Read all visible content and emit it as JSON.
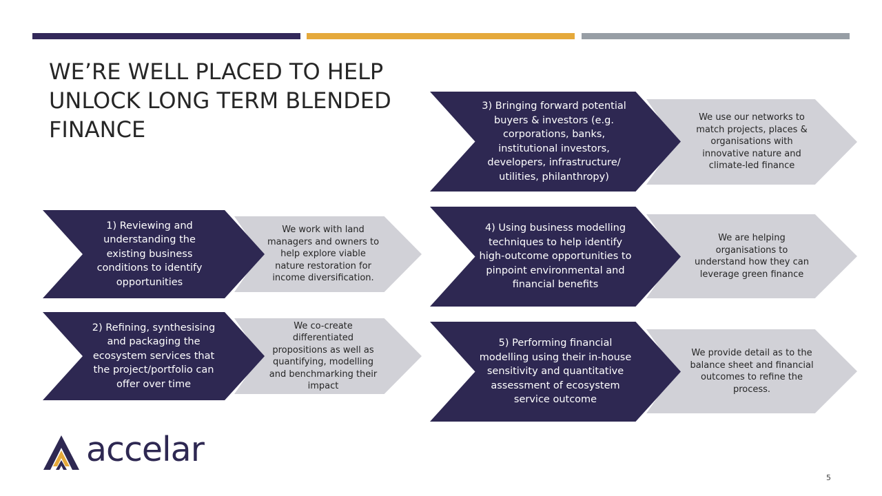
{
  "slide": {
    "title": "WE’RE WELL PLACED TO HELP UNLOCK LONG TERM BLENDED FINANCE",
    "page_number": "5",
    "logo_text": "accelar",
    "colors": {
      "primary": "#2e2852",
      "accent": "#e5a93b",
      "grey": "#979ea5",
      "light": "#d1d1d7"
    }
  },
  "steps": [
    {
      "label": "1) Reviewing and understanding the existing business conditions to identify opportunities",
      "description": "We work with land managers and owners to help explore viable nature restoration for income diversification."
    },
    {
      "label": "2) Refining, synthesising and packaging the ecosystem services that the project/portfolio can offer over time",
      "description": "We co-create differentiated propositions as well as quantifying, modelling and benchmarking their impact"
    },
    {
      "label": "3) Bringing forward potential buyers & investors (e.g. corporations, banks, institutional investors, developers, infrastructure/ utilities, philanthropy)",
      "description": "We use our networks to match projects, places & organisations with innovative nature and climate-led finance"
    },
    {
      "label": "4) Using business modelling techniques to help identify high-outcome opportunities to pinpoint environmental and financial benefits",
      "description": "We are helping organisations to understand how they can leverage green finance"
    },
    {
      "label": "5) Performing financial modelling using their in-house sensitivity and quantitative assessment of ecosystem service outcome",
      "description": "We provide detail as to the balance sheet and financial outcomes to refine the process."
    }
  ]
}
